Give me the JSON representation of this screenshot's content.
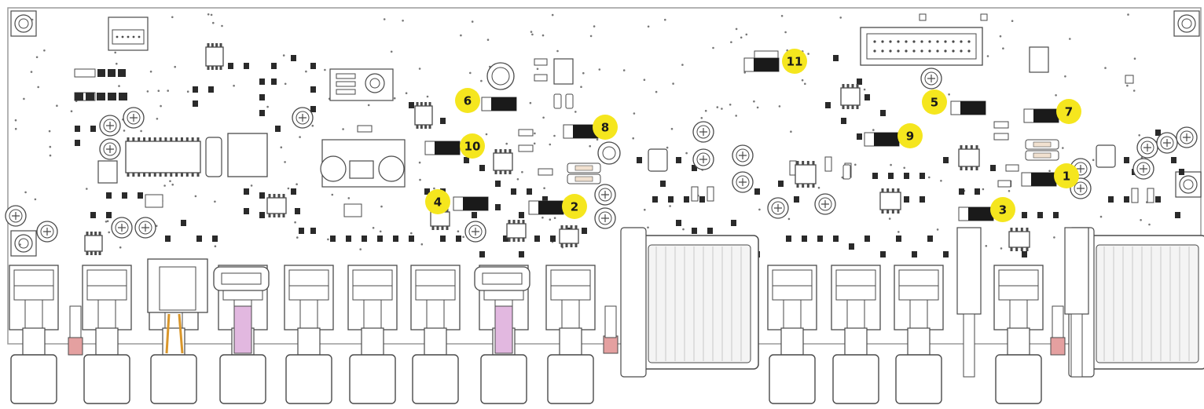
{
  "diagram": {
    "colors": {
      "board_fill": "#ffffff",
      "board_outline": "#9a9a9a",
      "component_outline": "#4a4a4a",
      "component_fill": "#ffffff",
      "smd_fill": "#2a2a2a",
      "mark_fill": "#1a1a1a",
      "callout_fill": "#f5e61e",
      "callout_text": "#1a1a1a",
      "fuse_fill": "#e4a0a0",
      "cable_pink": "#e2b8e0",
      "cable_orange": "#d9962a"
    },
    "callouts": [
      {
        "label": "1"
      },
      {
        "label": "2"
      },
      {
        "label": "3"
      },
      {
        "label": "4"
      },
      {
        "label": "5"
      },
      {
        "label": "6"
      },
      {
        "label": "7"
      },
      {
        "label": "8"
      },
      {
        "label": "9"
      },
      {
        "label": "10"
      },
      {
        "label": "11"
      }
    ]
  }
}
